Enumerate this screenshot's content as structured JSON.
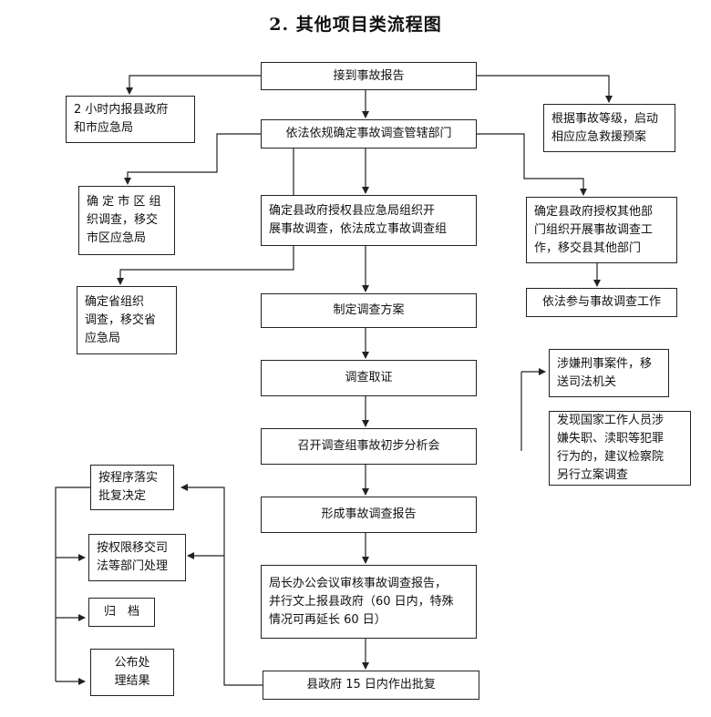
{
  "title": "2. 其他项目类流程图",
  "nodes": {
    "receive": "接到事故报告",
    "report_2h": "2 小时内报县政府\n和市应急局",
    "emergency_plan": "根据事故等级，启动\n相应应急救援预案",
    "jurisdiction": "依法依规确定事故调查管辖部门",
    "city_district": "确 定 市 区 组\n织调查，移交\n市区应急局",
    "province": "确定省组织\n调查，移交省\n应急局",
    "county_bureau": "确定县政府授权县应急局组织开\n展事故调查，依法成立事故调查组",
    "other_dept": "确定县政府授权其他部\n门组织开展事故调查工\n作，移交县其他部门",
    "participate": "依法参与事故调查工作",
    "plan": "制定调查方案",
    "evidence": "调查取证",
    "meeting": "召开调查组事故初步分析会",
    "criminal": "涉嫌刑事案件，移\n送司法机关",
    "officials": "发现国家工作人员涉\n嫌失职、渎职等犯罪\n行为的，建议检察院\n另行立案调查",
    "implement": "按程序落实\n批复决定",
    "transfer": "按权限移交司\n法等部门处理",
    "archive": "归　档",
    "publish": "公布处\n理结果",
    "form_report": "形成事故调查报告",
    "review": "局长办公会议审核事故调查报告，\n并行文上报县政府（60 日内，特殊\n情况可再延长 60 日）",
    "reply": "县政府 15 日内作出批复"
  }
}
